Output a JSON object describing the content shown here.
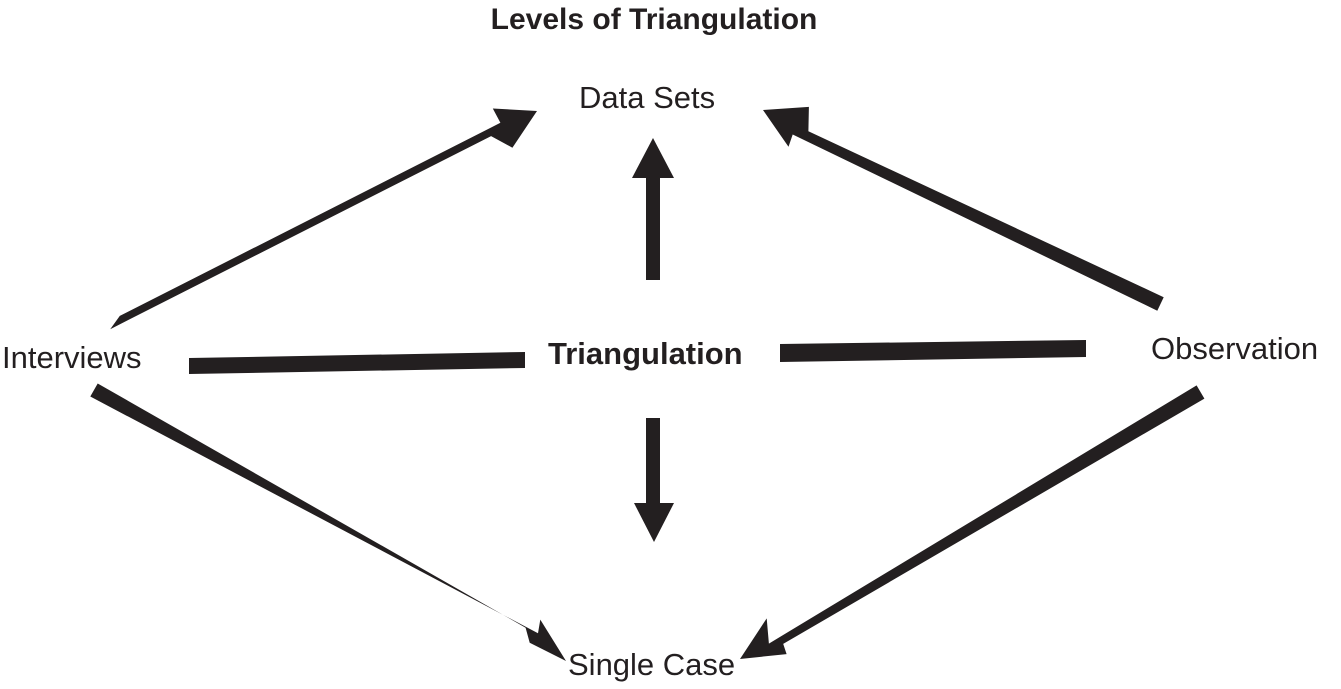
{
  "title": "Levels of Triangulation",
  "nodes": {
    "data_sets": "Data Sets",
    "interviews": "Interviews",
    "triangulation": "Triangulation",
    "observation": "Observation",
    "single_case": "Single Case"
  },
  "colors": {
    "ink": "#231f20",
    "background": "#ffffff"
  }
}
